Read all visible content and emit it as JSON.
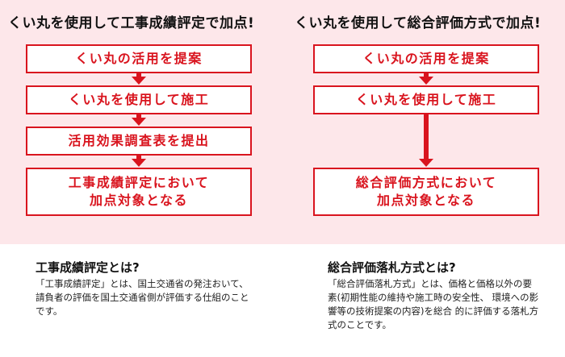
{
  "left": {
    "title": "くい丸を使用して工事成績評定で加点!",
    "steps": [
      "くい丸の活用を提案",
      "くい丸を使用して施工",
      "活用効果調査表を提出",
      "工事成績評定において\n加点対象となる"
    ],
    "section_title": "工事成績評定とは?",
    "description": "「工事成績評定」とは、国土交通省の発注おいて、請負者の評価を国土交通省側が評価する仕組のことです。"
  },
  "right": {
    "title": "くい丸を使用して総合評価方式で加点!",
    "steps": [
      "くい丸の活用を提案",
      "くい丸を使用して施工",
      "総合評価方式において\n加点対象となる"
    ],
    "section_title": "総合評価落札方式とは?",
    "description": "「総合評価落札方式」とは、価格と価格以外の要素(初期性能の維持や施工時の安全性、 環境への影響等の技術提案の内容)を総合 的に評価する落札方式のことです。"
  },
  "colors": {
    "accent": "#d9141e",
    "background_band": "#fde7ea"
  }
}
